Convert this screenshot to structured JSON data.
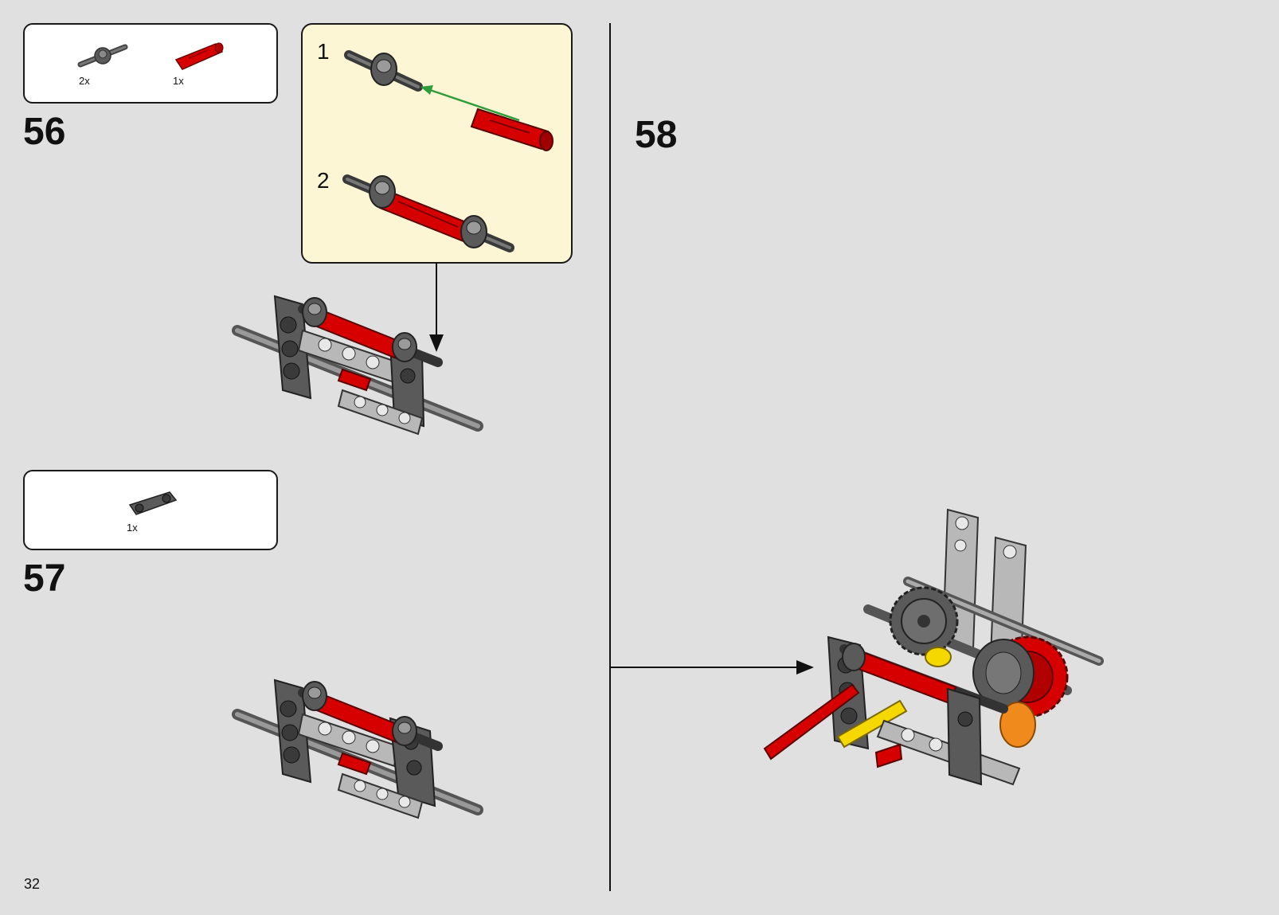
{
  "page": {
    "number": "32"
  },
  "steps": [
    {
      "number": "56",
      "parts": [
        {
          "icon": "axle-connector-gray-icon",
          "quantity": "2x"
        },
        {
          "icon": "axle-extender-red-icon",
          "quantity": "1x"
        }
      ],
      "substeps": [
        {
          "number": "1"
        },
        {
          "number": "2"
        }
      ]
    },
    {
      "number": "57",
      "parts": [
        {
          "icon": "beam-2-gray-icon",
          "quantity": "1x"
        }
      ]
    },
    {
      "number": "58"
    }
  ],
  "colors": {
    "background": "#e0e0e0",
    "substep_background": "#fdf6d4",
    "brick_red": "#d60000",
    "brick_dark_gray": "#5a5a5a",
    "brick_light_gray": "#b8b8b8",
    "brick_yellow": "#f5d800",
    "brick_orange": "#f08a1c",
    "insertion_arrow": "#2e9e3a"
  }
}
